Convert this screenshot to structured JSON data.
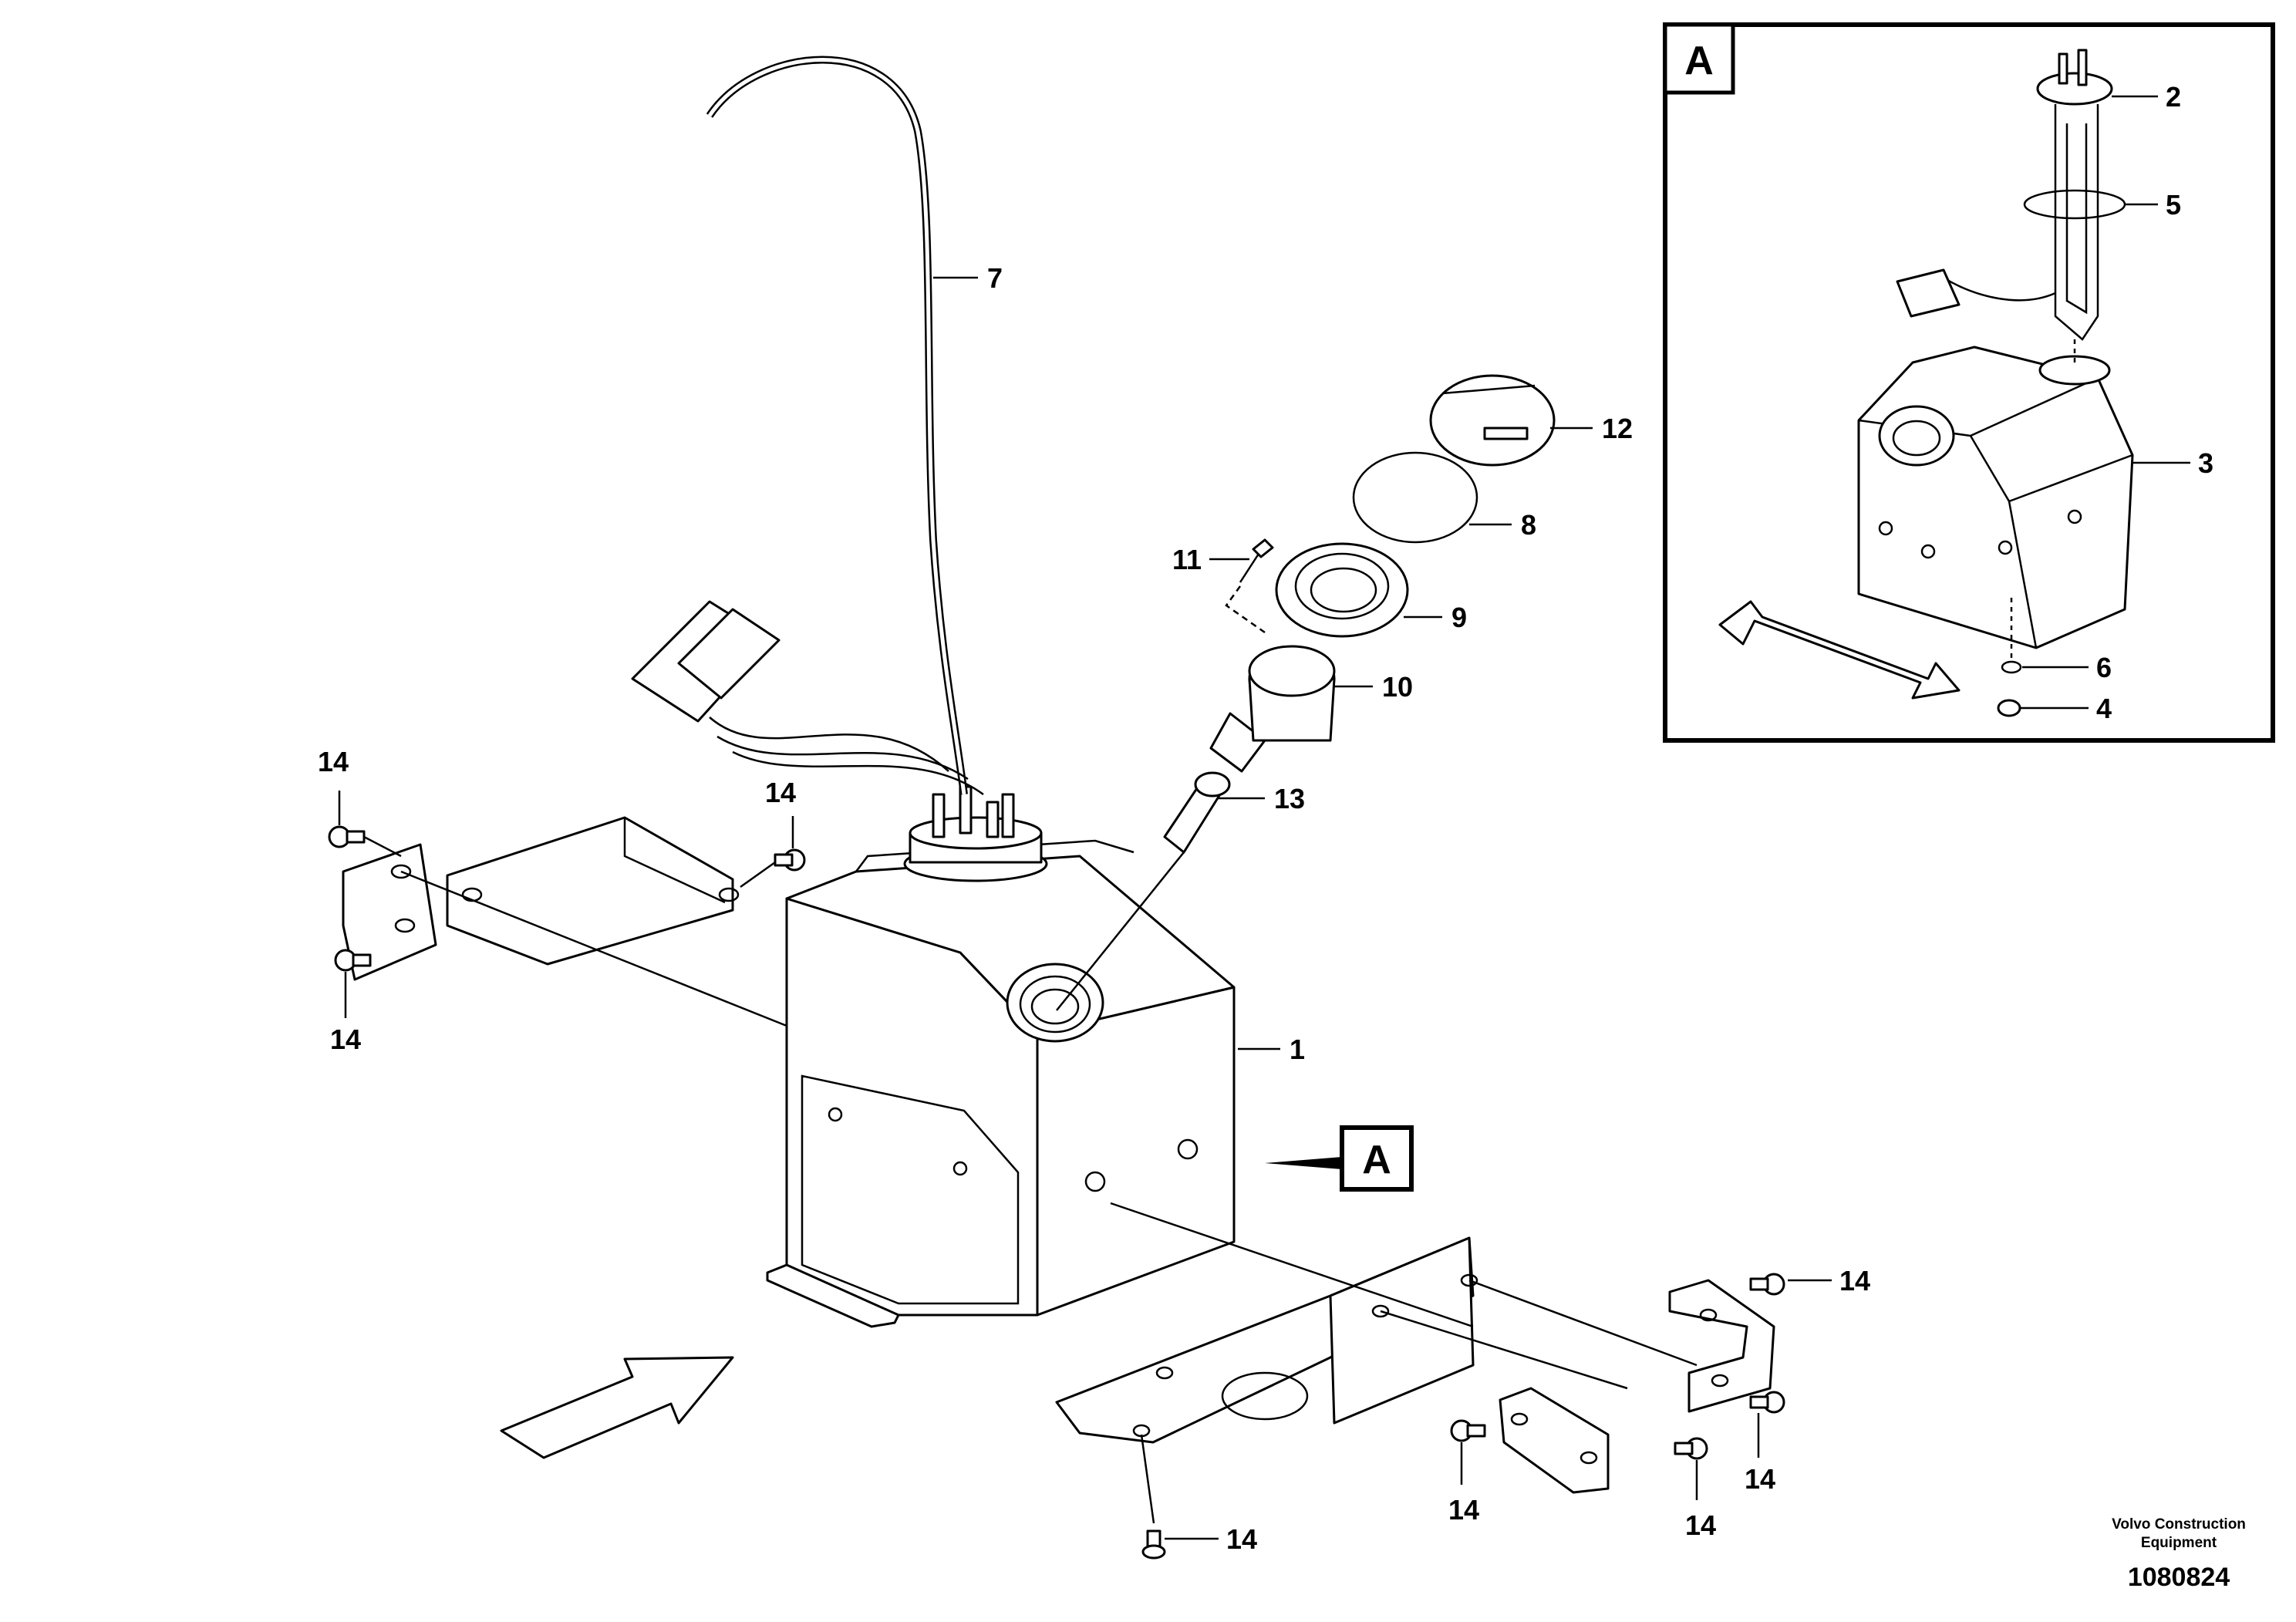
{
  "detail_view": {
    "label": "A"
  },
  "view_marker": {
    "label": "A"
  },
  "callouts": {
    "c1": "1",
    "c2": "2",
    "c3": "3",
    "c4": "4",
    "c5": "5",
    "c6": "6",
    "c7": "7",
    "c8": "8",
    "c9": "9",
    "c10": "10",
    "c11": "11",
    "c12": "12",
    "c13": "13",
    "c14a": "14",
    "c14b": "14",
    "c14c": "14",
    "c14d": "14",
    "c14e": "14",
    "c14f": "14",
    "c14g": "14",
    "c14h": "14"
  },
  "footer": {
    "company_line1": "Volvo Construction",
    "company_line2": "Equipment",
    "drawing_number": "1080824"
  }
}
